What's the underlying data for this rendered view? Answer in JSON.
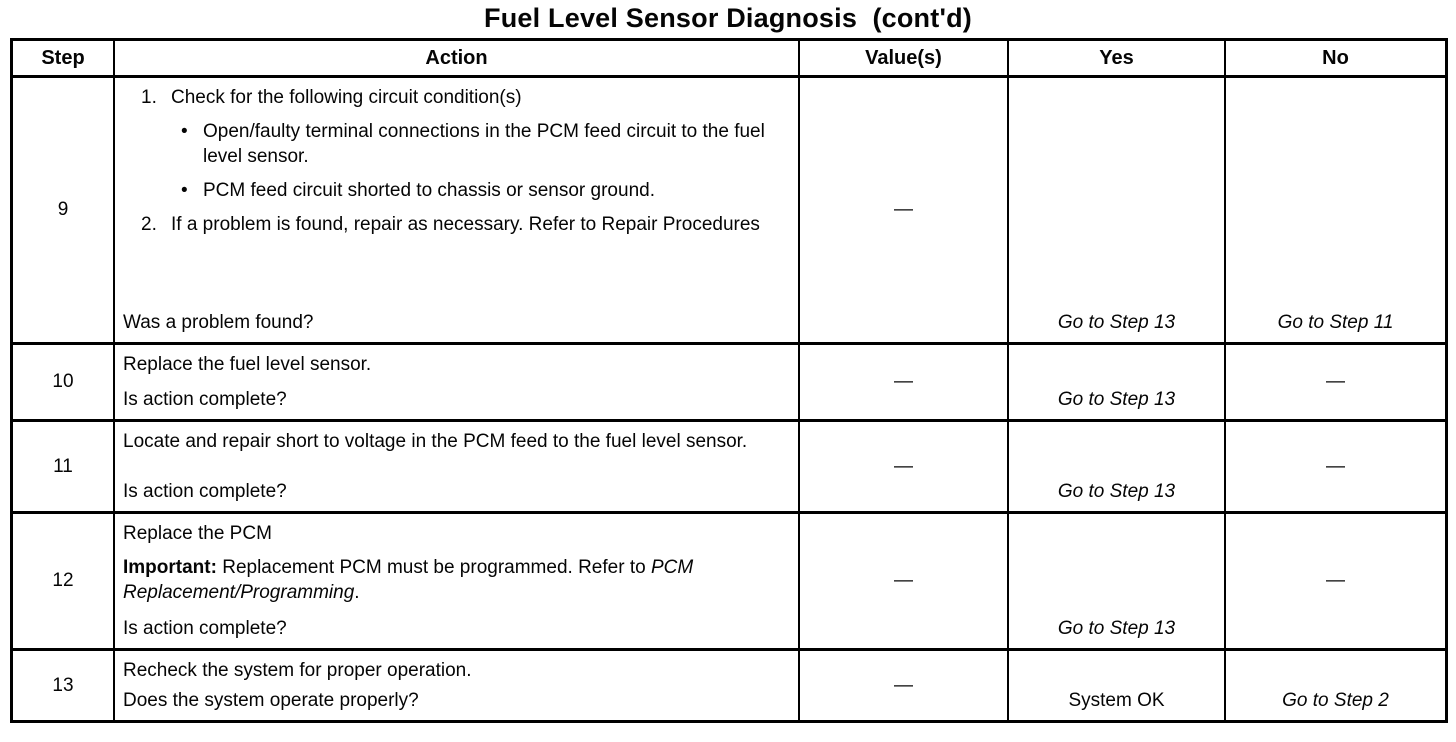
{
  "page": {
    "title": "Fuel Level Sensor Diagnosis  (cont'd)"
  },
  "table": {
    "headers": {
      "step": "Step",
      "action": "Action",
      "values": "Value(s)",
      "yes": "Yes",
      "no": "No"
    },
    "rows": [
      {
        "step": "9",
        "action": [
          {
            "type": "num",
            "marker": "1.",
            "parts": [
              {
                "t": "Check for the following circuit condition(s)"
              }
            ]
          },
          {
            "type": "bullet",
            "marker": "•",
            "parts": [
              {
                "t": "Open/faulty terminal connections in the PCM feed circuit to the fuel level sensor."
              }
            ]
          },
          {
            "type": "bullet",
            "marker": "•",
            "parts": [
              {
                "t": "PCM feed circuit shorted to chassis or sensor ground."
              }
            ]
          },
          {
            "type": "num",
            "marker": "2.",
            "parts": [
              {
                "t": "If a problem is found, repair as necessary. Refer to Repair Procedures"
              }
            ]
          },
          {
            "type": "question",
            "parts": [
              {
                "t": "Was a problem found?"
              }
            ]
          }
        ],
        "value": "—",
        "yes": {
          "text": "Go to Step 13",
          "italic": true
        },
        "no": {
          "text": "Go to Step 11",
          "italic": true
        }
      },
      {
        "step": "10",
        "action": [
          {
            "type": "line",
            "parts": [
              {
                "t": "Replace the fuel level sensor."
              }
            ]
          },
          {
            "type": "question",
            "parts": [
              {
                "t": "Is action complete?"
              }
            ]
          }
        ],
        "value": "—",
        "yes": {
          "text": "Go to Step 13",
          "italic": true
        },
        "no": {
          "text": "—",
          "dash": true
        }
      },
      {
        "step": "11",
        "action": [
          {
            "type": "line",
            "parts": [
              {
                "t": "Locate and repair short to voltage in the PCM feed to the fuel level sensor."
              }
            ]
          },
          {
            "type": "question",
            "parts": [
              {
                "t": "Is action complete?"
              }
            ]
          }
        ],
        "value": "—",
        "yes": {
          "text": "Go to Step 13",
          "italic": true
        },
        "no": {
          "text": "—",
          "dash": true
        }
      },
      {
        "step": "12",
        "action": [
          {
            "type": "line",
            "parts": [
              {
                "t": "Replace the PCM"
              }
            ]
          },
          {
            "type": "line",
            "parts": [
              {
                "t": "Important:",
                "b": true
              },
              {
                "t": " Replacement PCM must be programmed. Refer to "
              },
              {
                "t": "PCM Replacement/Programming",
                "i": true
              },
              {
                "t": "."
              }
            ]
          },
          {
            "type": "question",
            "parts": [
              {
                "t": "Is action complete?"
              }
            ]
          }
        ],
        "value": "—",
        "yes": {
          "text": "Go to Step 13",
          "italic": true
        },
        "no": {
          "text": "—",
          "dash": true
        }
      },
      {
        "step": "13",
        "action": [
          {
            "type": "line",
            "parts": [
              {
                "t": "Recheck the system for proper operation."
              }
            ]
          },
          {
            "type": "question",
            "parts": [
              {
                "t": "Does the system operate properly?"
              }
            ]
          }
        ],
        "value": "—",
        "yes": {
          "text": "System OK",
          "italic": false
        },
        "no": {
          "text": "Go to Step 2",
          "italic": true
        }
      }
    ]
  }
}
